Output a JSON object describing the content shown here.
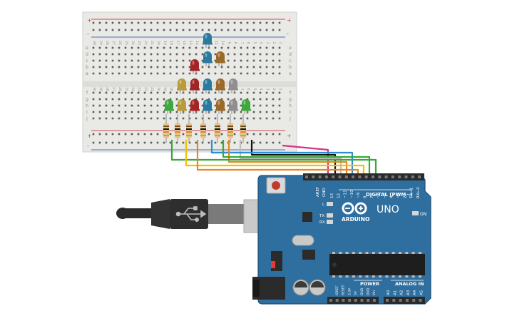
{
  "colors": {
    "board": "#2f6f9f",
    "board_dark": "#1f4f78",
    "breadboard": "#e9e9e6",
    "rail_red": "#d04a4a",
    "rail_blue": "#4a6fb0",
    "led_blue": "#2a7aa0",
    "led_red": "#a32424",
    "led_brown": "#9a6a2a",
    "led_yellow": "#b89b3a",
    "led_gray": "#8f8f8f",
    "led_green": "#3ea83e",
    "wire_pink": "#d63384",
    "wire_blue": "#2a8fd6",
    "wire_green": "#3aa63a",
    "wire_orange": "#e8851e",
    "wire_yellow": "#f2c200",
    "wire_black": "#111111"
  },
  "breadboard": {
    "column_numbers_top": [
      "30",
      "29",
      "28",
      "27",
      "26",
      "25",
      "24",
      "23",
      "22",
      "21",
      "20",
      "19",
      "18",
      "17",
      "16",
      "15",
      "14",
      "13",
      "12",
      "11",
      "10",
      "9",
      "8",
      "7",
      "6",
      "5",
      "4",
      "3",
      "2",
      "1"
    ],
    "row_letters_left": [
      "e",
      "d",
      "c",
      "b",
      "a"
    ],
    "row_letters_right": [
      "f",
      "g",
      "h",
      "i",
      "j"
    ],
    "plus": "+",
    "minus": "-"
  },
  "arduino": {
    "brand": "ARDUINO",
    "model": "UNO",
    "digital_label": "DIGITAL (PWM~)",
    "power_label": "POWER",
    "analog_label": "ANALOG IN",
    "on_label": "ON",
    "tx_label": "TX",
    "rx_label": "RX",
    "l_label": "L",
    "aref": "AREF",
    "gnd": "GND",
    "digital_pins": [
      "13",
      "12",
      "~11",
      "~10",
      "~9",
      "8",
      "7",
      "~6",
      "~5",
      "4",
      "~3",
      "2",
      "TX→1",
      "RX←0"
    ],
    "power_pins": [
      "IOREF",
      "RESET",
      "3.3V",
      "5V",
      "GND",
      "GND",
      "Vin"
    ],
    "analog_pins": [
      "A0",
      "A1",
      "A2",
      "A3",
      "A4",
      "A5"
    ]
  },
  "usb_icon": "usb-icon"
}
